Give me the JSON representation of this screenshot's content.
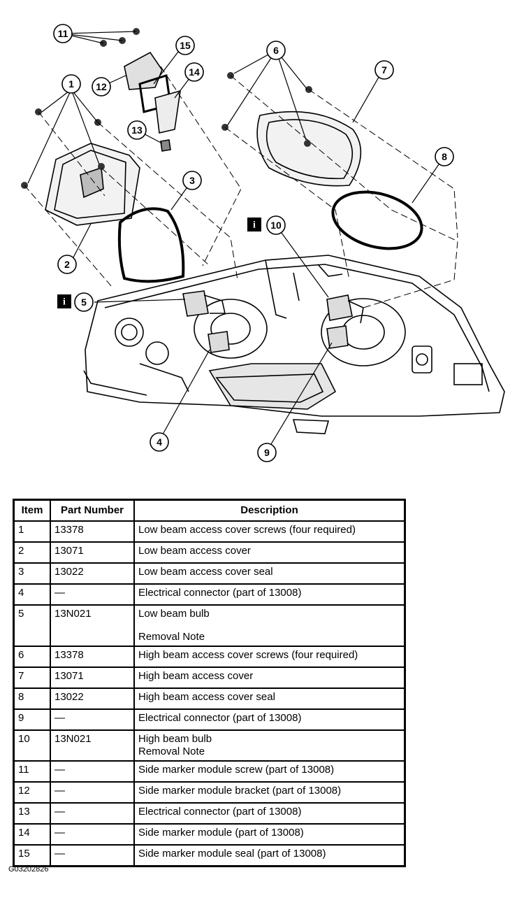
{
  "diagram": {
    "callouts": [
      "1",
      "2",
      "3",
      "4",
      "5",
      "6",
      "7",
      "8",
      "9",
      "10",
      "11",
      "12",
      "13",
      "14",
      "15"
    ],
    "info_badge_symbol": "i"
  },
  "table": {
    "headers": {
      "item": "Item",
      "part_number": "Part Number",
      "description": "Description"
    },
    "rows": [
      {
        "item": "1",
        "part": "13378",
        "desc": "Low beam access cover screws (four required)",
        "note": ""
      },
      {
        "item": "2",
        "part": "13071",
        "desc": "Low beam access cover",
        "note": ""
      },
      {
        "item": "3",
        "part": "13022",
        "desc": "Low beam access cover seal",
        "note": ""
      },
      {
        "item": "4",
        "part": "—",
        "desc": "Electrical connector (part of 13008)",
        "note": ""
      },
      {
        "item": "5",
        "part": "13N021",
        "desc": "Low beam bulb",
        "note": "Removal Note"
      },
      {
        "item": "6",
        "part": "13378",
        "desc": "High beam access cover screws (four required)",
        "note": ""
      },
      {
        "item": "7",
        "part": "13071",
        "desc": "High beam access cover",
        "note": ""
      },
      {
        "item": "8",
        "part": "13022",
        "desc": "High beam access cover seal",
        "note": ""
      },
      {
        "item": "9",
        "part": "—",
        "desc": "Electrical connector (part of 13008)",
        "note": ""
      },
      {
        "item": "10",
        "part": "13N021",
        "desc": "High beam bulb",
        "note": "Removal Note"
      },
      {
        "item": "11",
        "part": "—",
        "desc": "Side marker module screw (part of 13008)",
        "note": ""
      },
      {
        "item": "12",
        "part": "—",
        "desc": "Side marker module bracket (part of 13008)",
        "note": ""
      },
      {
        "item": "13",
        "part": "—",
        "desc": "Electrical connector (part of 13008)",
        "note": ""
      },
      {
        "item": "14",
        "part": "—",
        "desc": "Side marker module (part of 13008)",
        "note": ""
      },
      {
        "item": "15",
        "part": "—",
        "desc": "Side marker module seal (part of 13008)",
        "note": ""
      }
    ]
  },
  "figure_id": "G03202826"
}
